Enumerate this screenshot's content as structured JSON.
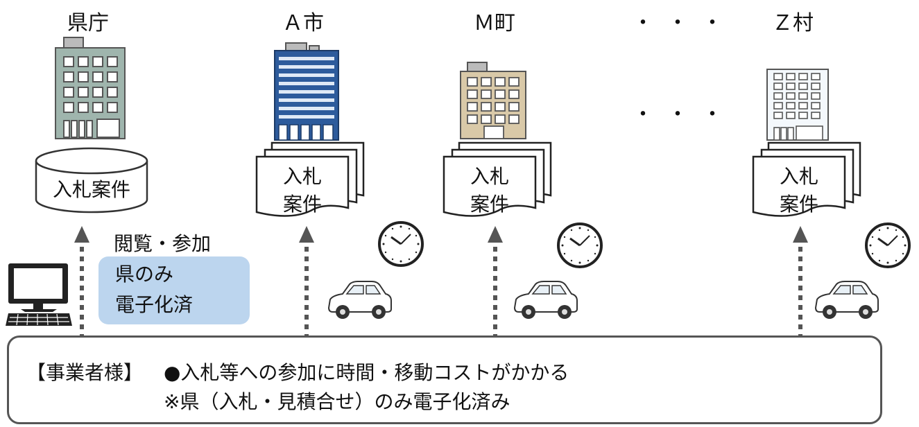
{
  "offices": [
    {
      "label": "県庁",
      "doc": "入札案件"
    },
    {
      "label": "Ａ市",
      "doc_line1": "入札",
      "doc_line2": "案件"
    },
    {
      "label": "Ｍ町",
      "doc_line1": "入札",
      "doc_line2": "案件"
    },
    {
      "label": "Ｚ村",
      "doc_line1": "入札",
      "doc_line2": "案件"
    }
  ],
  "ellipsis": "・・・",
  "browse_label": "閲覧・参加",
  "info_box": {
    "line1": "県のみ",
    "line2": "電子化済"
  },
  "vendor": {
    "title": "【事業者様】",
    "line1": "●入札等への参加に時間・移動コストがかかる",
    "line2": "※県（入札・見積合せ）のみ電子化済み"
  },
  "icons": [
    "building-icon",
    "database-icon",
    "document-stack-icon",
    "clock-icon",
    "car-icon",
    "computer-icon",
    "arrow-up-icon"
  ],
  "colors": {
    "info_box_bg": "#bcd5ee",
    "arrow": "#555555",
    "building_blue": "#2d5b9c",
    "building_grey": "#9fb5ad",
    "building_tan": "#d9c9a8"
  }
}
